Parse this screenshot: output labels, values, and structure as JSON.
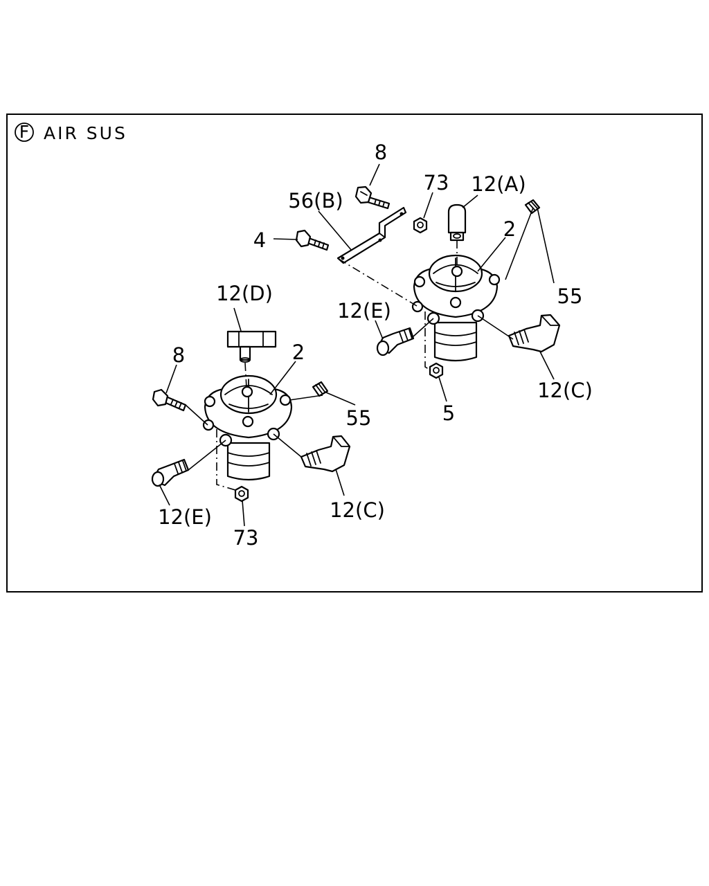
{
  "section": {
    "marker": "F",
    "title": "AIR SUS"
  },
  "callouts": {
    "bolt_top": "8",
    "nut_top": "73",
    "union_a": "12(A)",
    "bracket_b": "56(B)",
    "bolt_4": "4",
    "valve_right": "2",
    "plug_right": "55",
    "union_e_right": "12(E)",
    "union_d": "12(D)",
    "union_c_right": "12(C)",
    "nut_5": "5",
    "bolt_left": "8",
    "valve_left": "2",
    "plug_left": "55",
    "union_e_left": "12(E)",
    "union_c_left": "12(C)",
    "nut_left": "73"
  }
}
